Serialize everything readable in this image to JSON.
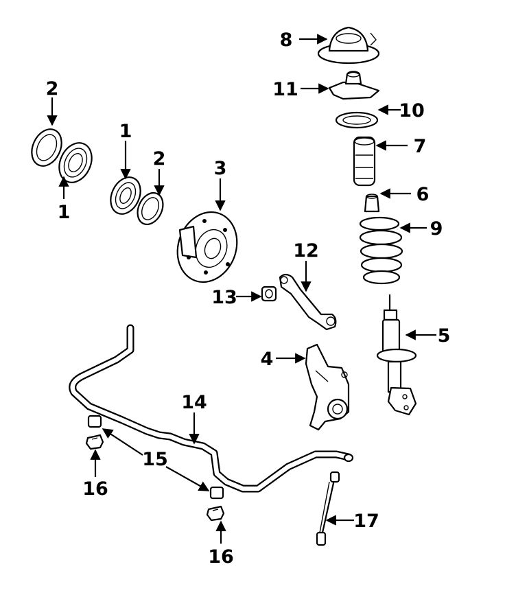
{
  "callouts": [
    {
      "id": "c1",
      "text": "2"
    },
    {
      "id": "c2",
      "text": "1"
    },
    {
      "id": "c3",
      "text": "1"
    },
    {
      "id": "c4",
      "text": "2"
    },
    {
      "id": "c5",
      "text": "3"
    },
    {
      "id": "c6",
      "text": "8"
    },
    {
      "id": "c7",
      "text": "11"
    },
    {
      "id": "c8",
      "text": "10"
    },
    {
      "id": "c9",
      "text": "7"
    },
    {
      "id": "c10",
      "text": "6"
    },
    {
      "id": "c11",
      "text": "9"
    },
    {
      "id": "c12",
      "text": "12"
    },
    {
      "id": "c13",
      "text": "13"
    },
    {
      "id": "c14",
      "text": "5"
    },
    {
      "id": "c15",
      "text": "4"
    },
    {
      "id": "c16",
      "text": "14"
    },
    {
      "id": "c17",
      "text": "15"
    },
    {
      "id": "c18",
      "text": "16"
    },
    {
      "id": "c19",
      "text": "16"
    },
    {
      "id": "c20",
      "text": "17"
    }
  ]
}
